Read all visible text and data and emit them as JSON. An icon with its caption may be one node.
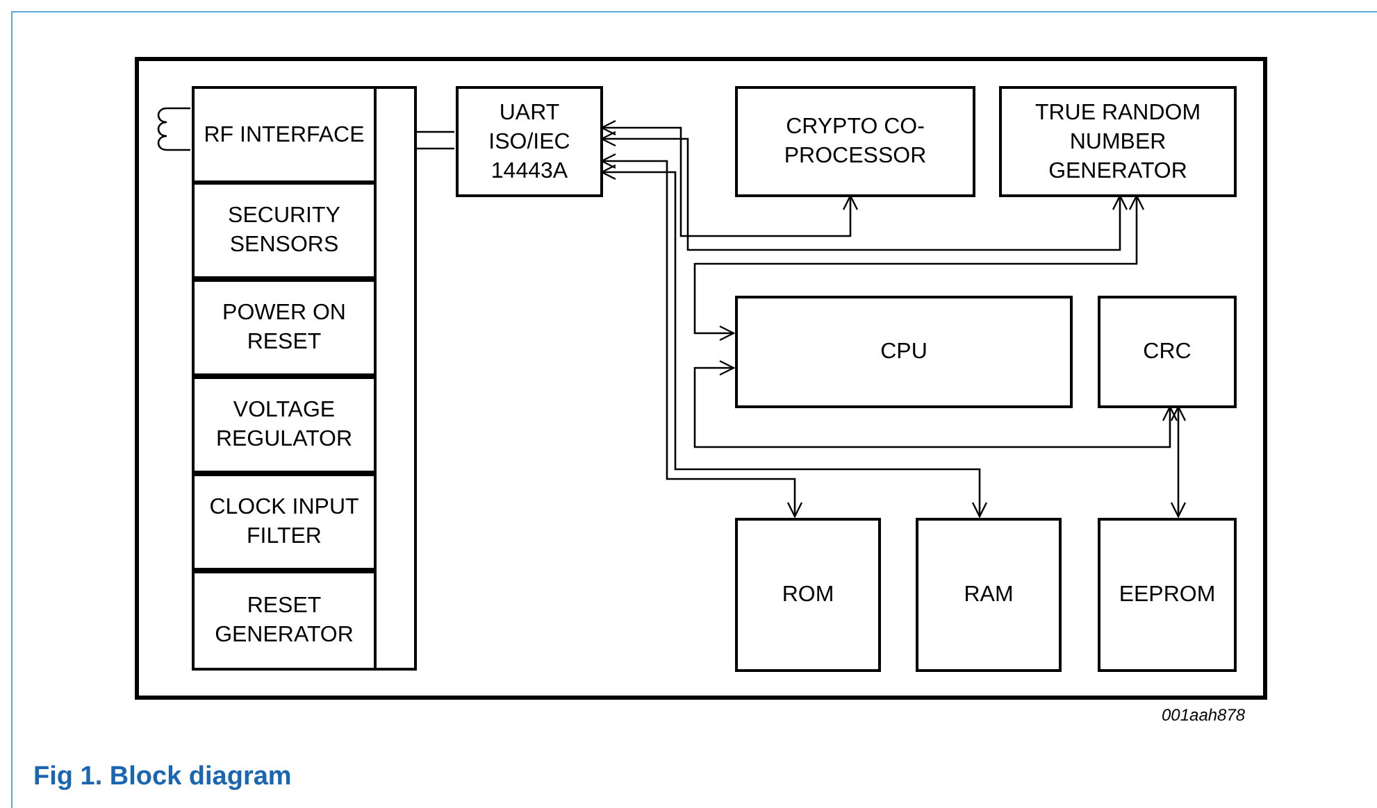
{
  "diagram": {
    "caption": "Fig 1. Block diagram",
    "nodes": [
      {
        "text": [],
        "shape": "box"
      },
      {
        "text": [
          "RF INTERFACE"
        ],
        "in": 0
      },
      {
        "text": [
          "SECURITY SENSORS"
        ],
        "in": 0
      },
      {
        "text": [
          "POWER ON RESET"
        ],
        "in": 0
      },
      {
        "text": [
          "VOLTAGE REGULATOR"
        ],
        "in": 0
      },
      {
        "text": [
          "CLOCK INPUT FILTER"
        ],
        "in": 0
      },
      {
        "text": [
          "RESET GENERATOR"
        ],
        "in": 0
      },
      {
        "text": [],
        "shape": "bar",
        "in": 0
      },
      {
        "text": [
          "UART ISO/IEC 14443A"
        ],
        "in": 0
      },
      {
        "text": [
          "CRYPTO CO-PROCESSOR"
        ],
        "in": 0
      },
      {
        "text": [
          "TRUE RANDOM NUMBER GENERATOR"
        ],
        "in": 0
      },
      {
        "text": [
          "CPU"
        ],
        "in": 0
      },
      {
        "text": [
          "CRC"
        ],
        "in": 0
      },
      {
        "text": [
          "ROM"
        ],
        "in": 0
      },
      {
        "text": [
          "RAM"
        ],
        "in": 0
      },
      {
        "text": [
          "EEPROM"
        ],
        "in": 0
      }
    ],
    "edges": [
      {
        "from": 7,
        "to": 8,
        "arrow": "none"
      },
      {
        "from": 7,
        "to": 8,
        "arrow": "none"
      },
      {
        "from": 8,
        "to": 9,
        "arrow": "both"
      },
      {
        "from": 8,
        "to": 10,
        "arrow": "both"
      },
      {
        "from": 10,
        "to": 11,
        "arrow": "both"
      },
      {
        "from": 8,
        "to": 13,
        "arrow": "both"
      },
      {
        "from": 8,
        "to": 14,
        "arrow": "both"
      },
      {
        "from": 11,
        "to": 12,
        "arrow": "both"
      },
      {
        "from": 12,
        "to": 15,
        "arrow": "both"
      }
    ],
    "labels": [
      "001aah878"
    ]
  }
}
